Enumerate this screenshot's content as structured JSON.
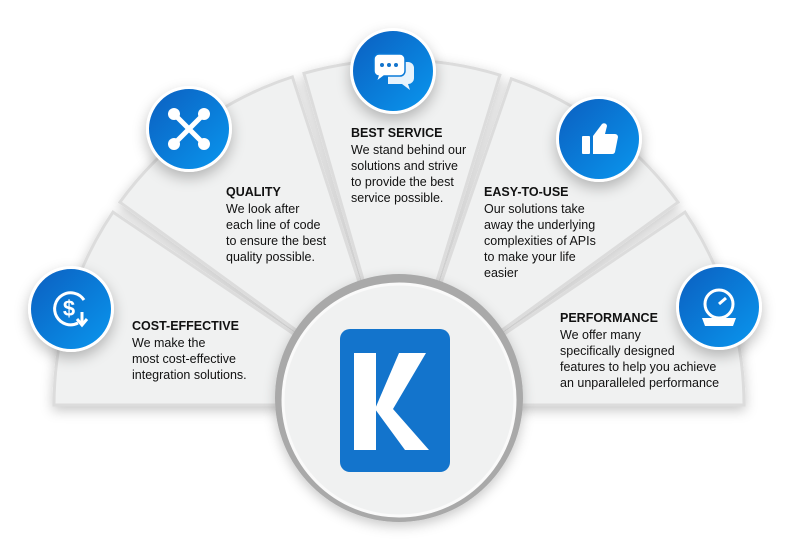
{
  "colors": {
    "accent": "#1374cc",
    "panel": "#f0f1f1"
  },
  "center": {
    "logo_letter": "K"
  },
  "features": [
    {
      "icon": "dollar-refresh-icon",
      "title": "COST-EFFECTIVE",
      "text": "We make the\nmost cost-effective\nintegration solutions."
    },
    {
      "icon": "wrench-icon",
      "title": "QUALITY",
      "text": "We look after\neach line of code\nto ensure the best\nquality possible."
    },
    {
      "icon": "chat-bubbles-icon",
      "title": "BEST SERVICE",
      "text": "We stand behind our\nsolutions and strive\nto provide the best\nservice possible."
    },
    {
      "icon": "thumbs-up-icon",
      "title": "EASY-TO-USE",
      "text": "Our solutions take\naway the underlying\ncomplexities of APIs\nto make your life\neasier"
    },
    {
      "icon": "gauge-gear-icon",
      "title": "PERFORMANCE",
      "text": "We offer many\nspecifically designed\nfeatures to help you achieve\nan unparalleled performance"
    }
  ]
}
